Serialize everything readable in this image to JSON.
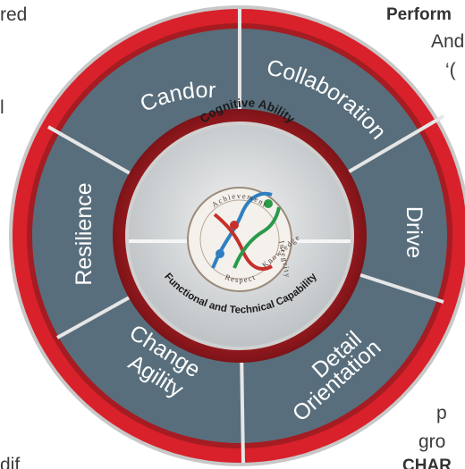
{
  "background_text": {
    "top_left": "red",
    "left_mid": "l",
    "top_right_heading": "Perform",
    "right_line1": "And",
    "right_line2": "‘(",
    "right_p": "p",
    "right_gro": "gro",
    "bottom_right": "CHAR",
    "bottom_left": "dif"
  },
  "wheel": {
    "segments": [
      {
        "label": "Candor"
      },
      {
        "label": "Collaboration"
      },
      {
        "label": "Drive"
      },
      {
        "label": "Detail"
      },
      {
        "label": "Orientation"
      },
      {
        "label": "Change"
      },
      {
        "label": "Agility"
      },
      {
        "label": "Resilience"
      }
    ],
    "inner_top": "Cognitive Ability",
    "inner_bottom": "Functional and Technical Capability",
    "emblem_top": "Achievement",
    "emblem_right": "Integrity",
    "emblem_bottom": "Respect",
    "emblem_right_low": "Knowledge"
  },
  "colors": {
    "segment_fill": "#586e7c",
    "red_band": "#d8212a",
    "dark_red": "#9c1a1e",
    "divider": "#e6e6e6",
    "core_fill": "#d9dcdd"
  }
}
